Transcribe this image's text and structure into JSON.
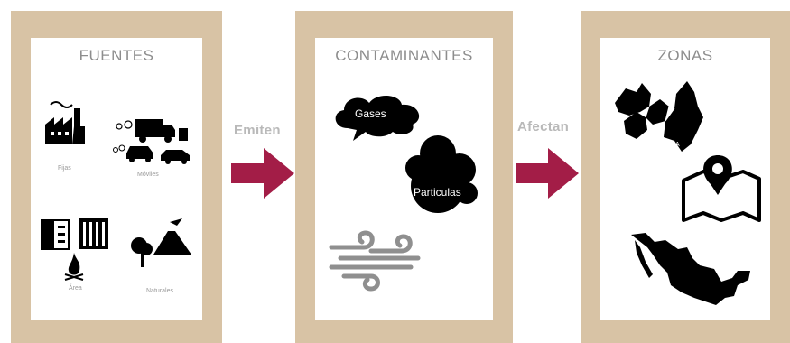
{
  "panels": [
    {
      "title": "FUENTES",
      "captions": {
        "industry": "Fijas",
        "traffic": "Móviles",
        "fire": "Área",
        "volcano": "Naturales"
      }
    },
    {
      "title": "CONTAMINANTES",
      "clouds": {
        "gases": "Gases",
        "particles": "Particulas"
      }
    },
    {
      "title": "ZONAS",
      "map_labels": {
        "puebla": "PUEBLA"
      }
    }
  ],
  "arrows": [
    {
      "label": "Emiten"
    },
    {
      "label": "Afectan"
    }
  ],
  "colors": {
    "frame": "#d8c3a5",
    "arrow": "#a31d47",
    "title": "#8d8d8d",
    "icon": "#000000"
  }
}
